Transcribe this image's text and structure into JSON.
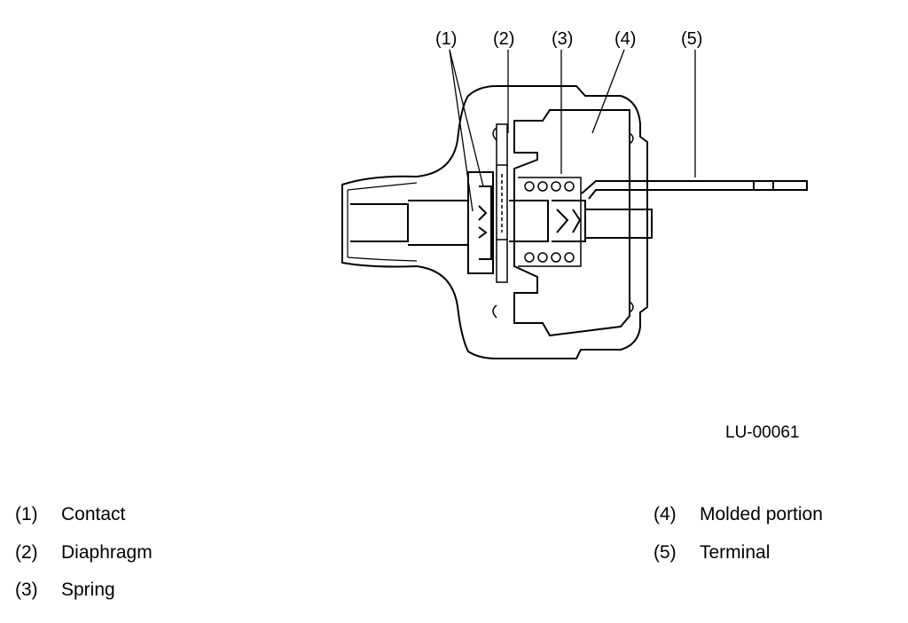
{
  "callouts": [
    {
      "key": "1",
      "label": "(1)"
    },
    {
      "key": "2",
      "label": "(2)"
    },
    {
      "key": "3",
      "label": "(3)"
    },
    {
      "key": "4",
      "label": "(4)"
    },
    {
      "key": "5",
      "label": "(5)"
    }
  ],
  "figure_id": "LU-00061",
  "legend": [
    {
      "num": "(1)",
      "text": "Contact"
    },
    {
      "num": "(2)",
      "text": "Diaphragm"
    },
    {
      "num": "(3)",
      "text": "Spring"
    },
    {
      "num": "(4)",
      "text": "Molded portion"
    },
    {
      "num": "(5)",
      "text": "Terminal"
    }
  ]
}
